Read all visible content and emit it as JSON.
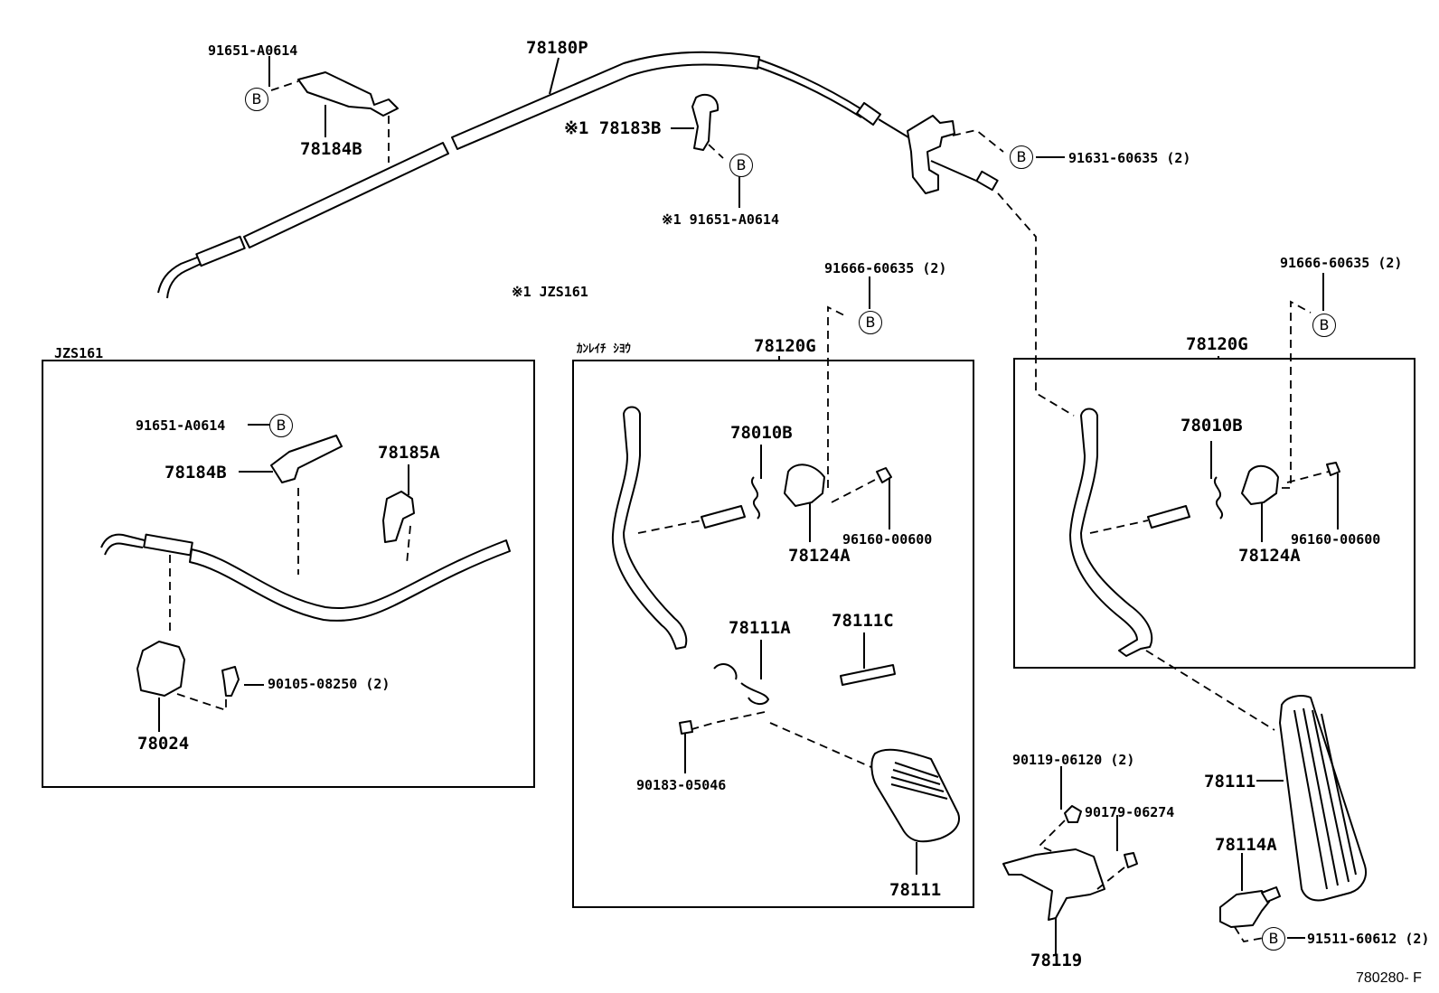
{
  "diagram": {
    "ref_code": "780280- F",
    "note": "※1   JZS161",
    "boxes": {
      "left_title": "JZS161",
      "middle_title": "ｶﾝﾚｲﾁ  ｼﾖｳ",
      "middle_part": "78120G",
      "right_part": "78120G"
    },
    "b_symbol": "B",
    "labels": {
      "cable": "78180P",
      "clamp_top_bolt": "91651-A0614",
      "clamp_top": "78184B",
      "clamp_center": "※1 78183B",
      "clamp_center_bolt": "※1 91651-A0614",
      "bracket_bolt": "91631-60635 (2)",
      "mid_top_bolt": "91666-60635 (2)",
      "right_top_bolt": "91666-60635 (2)",
      "left_bolt": "91651-A0614",
      "left_clamp": "78184B",
      "left_clamp2": "78185A",
      "left_screw": "90105-08250 (2)",
      "left_bracket": "78024",
      "mid_spring": "78010B",
      "mid_nut": "96160-00600",
      "mid_lever": "78124A",
      "mid_spring2": "78111A",
      "mid_pin": "78111C",
      "mid_nut2": "90183-05046",
      "mid_pedal": "78111",
      "right_spring": "78010B",
      "right_nut": "96160-00600",
      "right_lever": "78124A",
      "bolt_a": "90119-06120 (2)",
      "nut_a": "90179-06274",
      "bracket_a": "78119",
      "right_pedal": "78111",
      "stopper": "78114A",
      "stopper_bolt": "91511-60612 (2)"
    }
  }
}
